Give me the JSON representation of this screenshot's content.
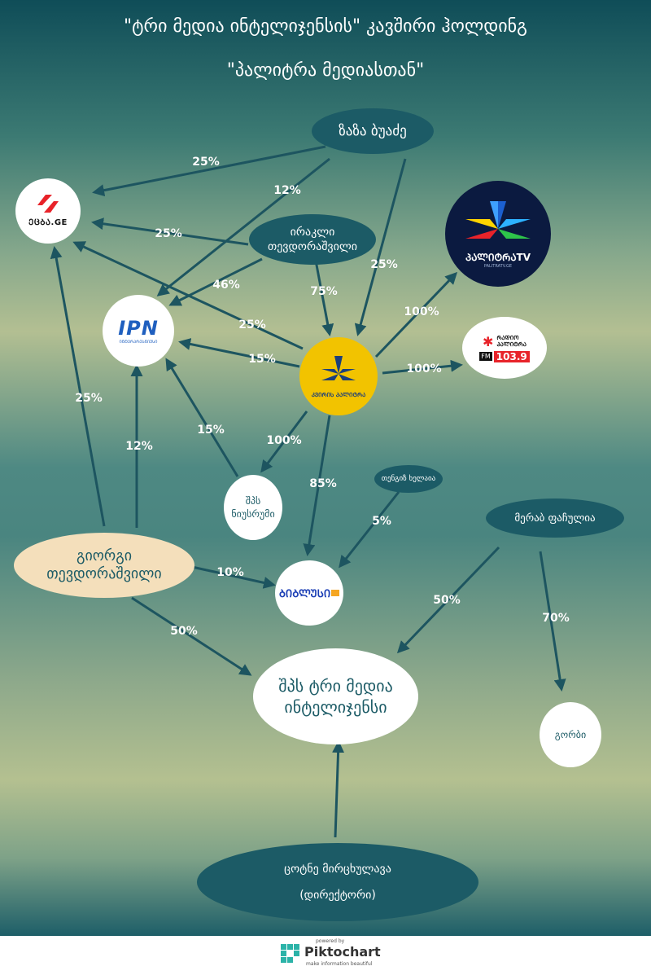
{
  "title": {
    "line1": "\"ტრი მედია ინტელიჯენსის\" კავშირი ჰოლდინგ",
    "line2": "\"პალიტრა მედიასთან\""
  },
  "nodes": {
    "zaza": "ზაზა ბუაძე",
    "irakli_l1": "ირაკლი",
    "irakli_l2": "თევდორაშვილი",
    "netgazeti_logo": "ᲔᲪᲑᲐ.GE",
    "ipn_logo": "IPN",
    "ipn_sub": "ᲘᲜᲢᲔᲠᲞᲠᲔᲡᲜᲘᲣᲡᲘ",
    "kvirispalitra_logo": "ᲙᲕᲘᲠᲘᲡ ᲞᲐᲚᲘᲢᲠᲐ",
    "palitratv_logo": "ᲞᲐᲚᲘᲢᲠᲐTV",
    "palitratv_sub": "PALITRATV.GE",
    "radio_l1": "ᲠᲐᲓᲘᲝ",
    "radio_l2": "ᲞᲐᲚᲘᲢᲠᲐ",
    "radio_fm": "FM",
    "radio_num": "103.9",
    "newsroom_l1": "შპს",
    "newsroom_l2": "ნიუსრუმი",
    "tengiz": "თენგიზ ხელაია",
    "merab": "მერაბ ფაჩულია",
    "giorgi_l1": "გიორგი",
    "giorgi_l2": "თევდორაშვილი",
    "bibliusi_logo": "ᲑᲘᲑᲚᲣᲡᲘ",
    "tri_l1": "შპს ტრი მედია",
    "tri_l2": "ინტელიჯენსი",
    "gorbi": "გორბი",
    "tsotne_l1": "ცოტნე მირცხულავა",
    "tsotne_l2": "(დირექტორი)"
  },
  "edge_labels": {
    "zaza_netgazeti": "25%",
    "zaza_ipn": "12%",
    "zaza_kviris": "25%",
    "irakli_netgazeti": "25%",
    "irakli_ipn": "46%",
    "irakli_kviris": "75%",
    "kviris_netgazeti": "25%",
    "kviris_ipn": "15%",
    "kviris_palitratv": "100%",
    "kviris_radio": "100%",
    "kviris_newsroom": "100%",
    "kviris_bibliusi": "85%",
    "newsroom_ipn": "15%",
    "giorgi_netgazeti": "25%",
    "giorgi_ipn": "12%",
    "giorgi_bibliusi": "10%",
    "giorgi_tri": "50%",
    "tengiz_bibliusi": "5%",
    "merab_tri": "50%",
    "merab_gorbi": "70%"
  },
  "footer": {
    "powered_by": "powered by",
    "brand": "Piktochart",
    "tagline": "make information beautiful"
  },
  "colors": {
    "dark_teal": "#1c5b66",
    "arrow": "#1d5560",
    "beige": "#f4dfbb",
    "kviris_yellow": "#f2c300",
    "red": "#e8232a",
    "ipn_blue": "#1f5fbf"
  }
}
